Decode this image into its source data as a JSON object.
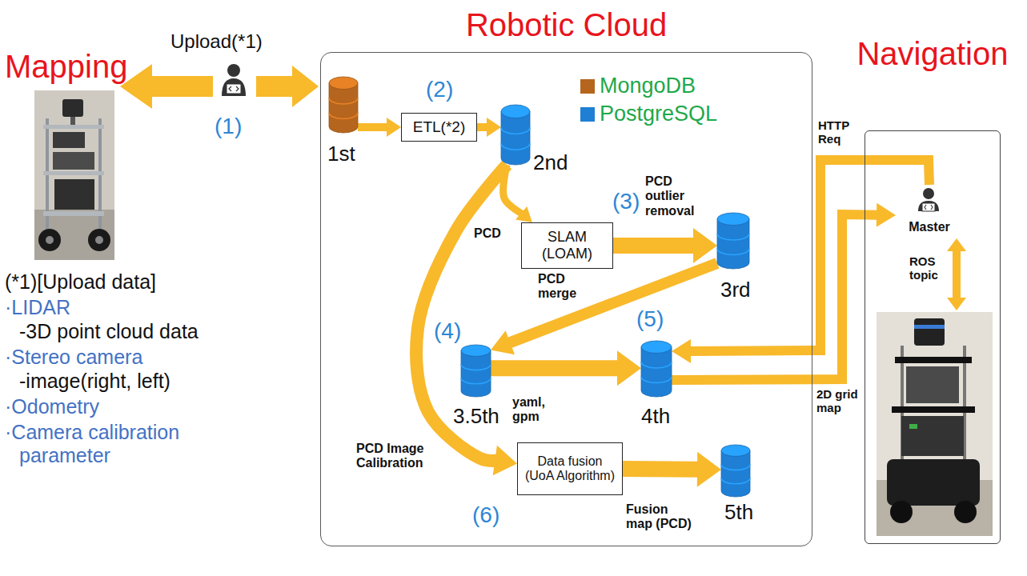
{
  "diagram": {
    "nodes": [
      {
        "text": [
          "Robotic Cloud"
        ]
      },
      {
        "text": [
          "1st"
        ],
        "in": 0
      },
      {
        "text": [
          "ETL(*2)"
        ],
        "in": 0
      },
      {
        "text": [
          "2nd"
        ],
        "in": 0
      },
      {
        "text": [
          "SLAM (LOAM)"
        ],
        "in": 0
      },
      {
        "text": [
          "3rd"
        ],
        "in": 0
      },
      {
        "text": [
          "3.5th"
        ],
        "in": 0
      },
      {
        "text": [
          "4th"
        ],
        "in": 0
      },
      {
        "text": [
          "Data fusion (UoA Algorithm)"
        ],
        "in": 0
      },
      {
        "text": [
          "5th"
        ],
        "in": 0
      },
      {
        "text": [
          "Navigation"
        ]
      },
      {
        "text": [
          "Master"
        ],
        "in": 10
      }
    ],
    "edges": [
      {
        "from": 1,
        "to": 2,
        "arrow": "to"
      },
      {
        "from": 2,
        "to": 3,
        "arrow": "to"
      },
      {
        "from": 3,
        "to": 4,
        "arrow": "to",
        "label": "PCD"
      },
      {
        "from": 4,
        "to": 5,
        "arrow": "to",
        "label": "PCD outlier removal"
      },
      {
        "from": 5,
        "to": 6,
        "arrow": "to",
        "label": "PCD merge"
      },
      {
        "from": 6,
        "to": 7,
        "arrow": "to",
        "label": "yaml, gpm"
      },
      {
        "from": 3,
        "to": 8,
        "arrow": "to",
        "label": "PCD Image Calibration"
      },
      {
        "from": 8,
        "to": 9,
        "arrow": "to",
        "label": "Fusion map (PCD)"
      },
      {
        "from": 11,
        "to": 7,
        "arrow": "to",
        "label": "HTTP Req"
      },
      {
        "from": 7,
        "to": 11,
        "arrow": "to",
        "label": "2D grid map"
      }
    ],
    "labels": [
      "Mapping",
      "Upload(*1)",
      "(1)",
      "(*1)[Upload data]",
      "·LIDAR",
      "-3D point cloud data",
      "·Stereo camera",
      "-image(right, left)",
      "·Odometry",
      "·Camera calibration parameter",
      "(2)",
      "(3)",
      "(4)",
      "(5)",
      "(6)",
      "ROS topic"
    ],
    "legend": [
      {
        "text": "MongoDB",
        "color": "#b5651d"
      },
      {
        "text": "PostgreSQL",
        "color": "#1f7fd4"
      }
    ]
  }
}
